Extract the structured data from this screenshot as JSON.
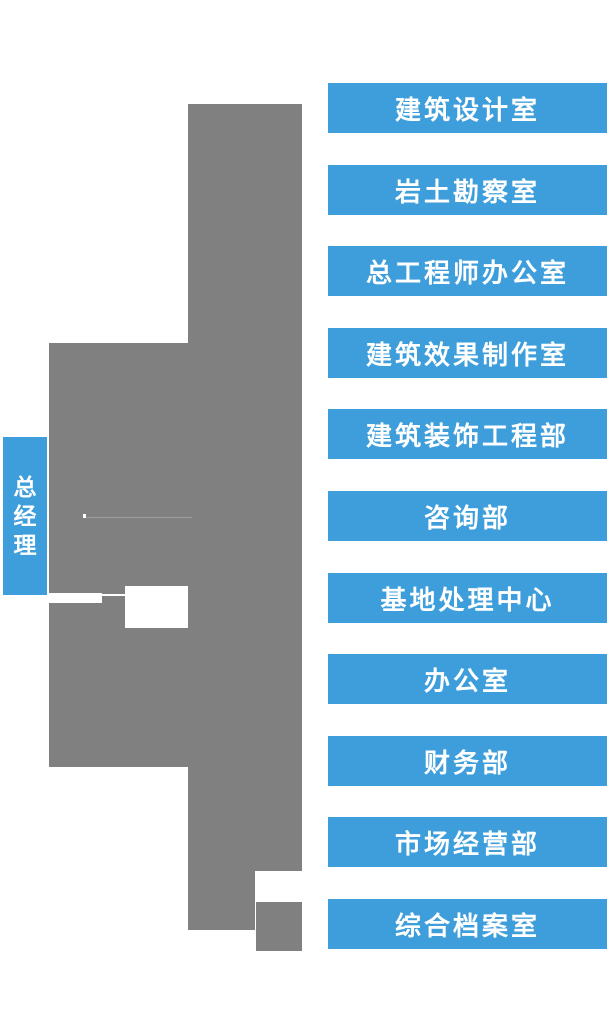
{
  "colors": {
    "accent": "#3D9EDB",
    "connector_gray": "#808080",
    "text_on_accent": "#ffffff",
    "page_background": "#ffffff"
  },
  "org_chart": {
    "root": {
      "label": "总经理"
    },
    "departments": [
      {
        "label": "建筑设计室"
      },
      {
        "label": "岩土勘察室"
      },
      {
        "label": "总工程师办公室"
      },
      {
        "label": "建筑效果制作室"
      },
      {
        "label": "建筑装饰工程部"
      },
      {
        "label": "咨询部"
      },
      {
        "label": "基地处理中心"
      },
      {
        "label": "办公室"
      },
      {
        "label": "财务部"
      },
      {
        "label": "市场经营部"
      },
      {
        "label": "综合档案室"
      }
    ]
  }
}
